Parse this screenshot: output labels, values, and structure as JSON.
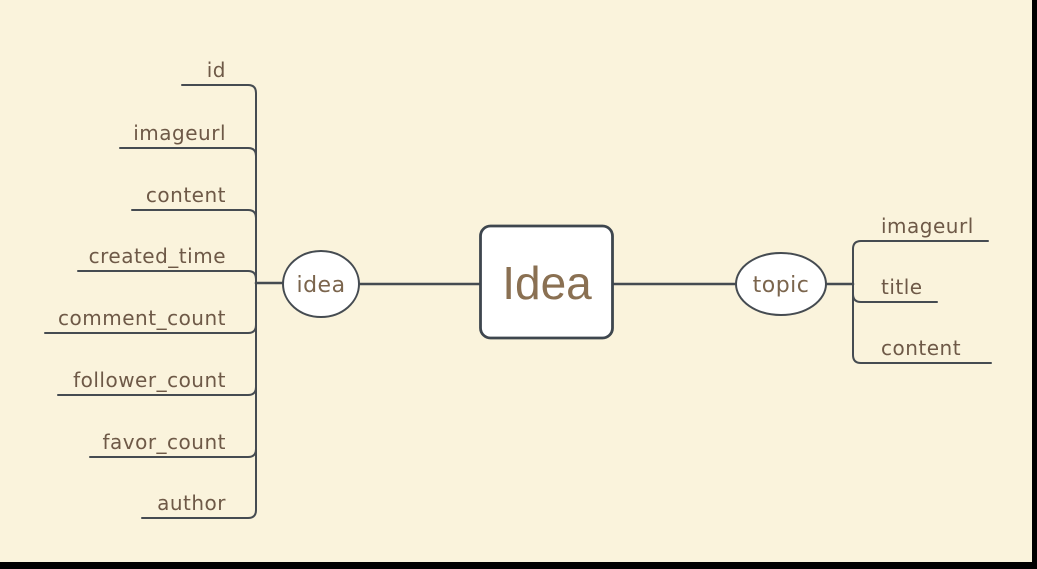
{
  "theme": {
    "background": "#FAF3DC",
    "line_color": "#454B51",
    "label_color": "#6E5947",
    "node_text_color": "#7B654D",
    "root_text_color": "#8A7052",
    "node_fill": "#FFFFFF",
    "frame_color": "#000000"
  },
  "root": {
    "label": "Idea"
  },
  "left_branch": {
    "label": "idea",
    "children": [
      {
        "label": "id"
      },
      {
        "label": "imageurl"
      },
      {
        "label": "content"
      },
      {
        "label": "created_time"
      },
      {
        "label": "comment_count"
      },
      {
        "label": "follower_count"
      },
      {
        "label": "favor_count"
      },
      {
        "label": "author"
      }
    ]
  },
  "right_branch": {
    "label": "topic",
    "children": [
      {
        "label": "imageurl"
      },
      {
        "label": "title"
      },
      {
        "label": "content"
      }
    ]
  }
}
